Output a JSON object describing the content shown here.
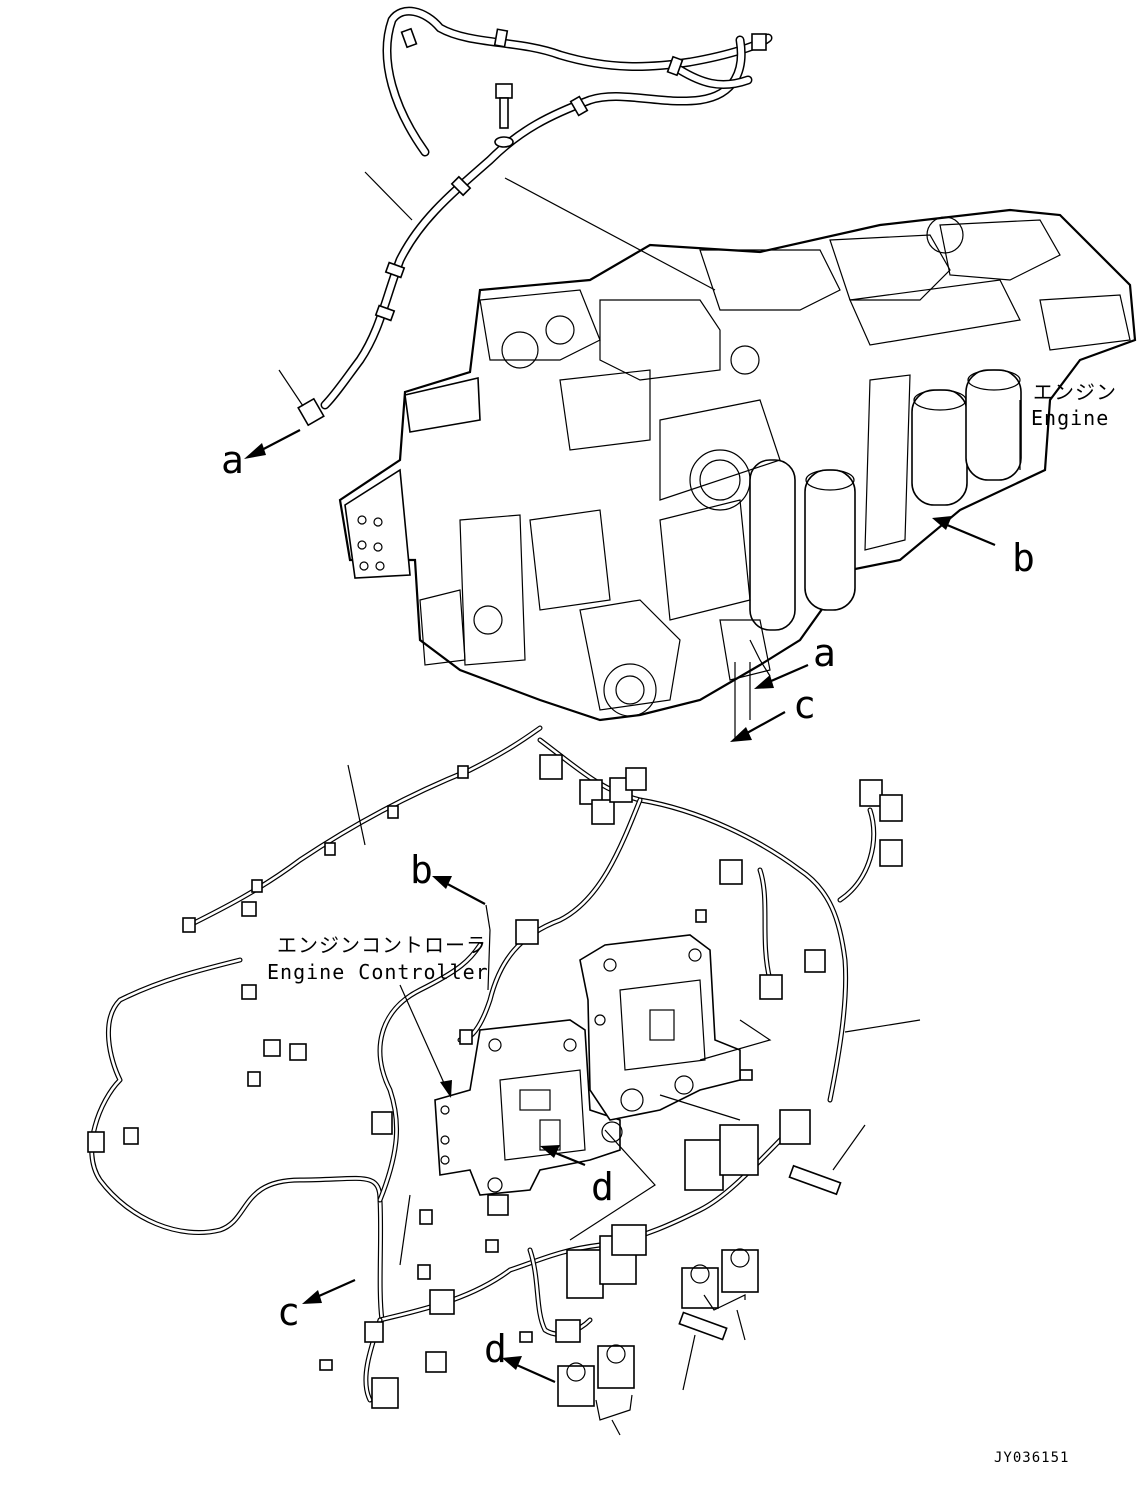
{
  "callouts": {
    "a_upper": "a",
    "a_lower": "a",
    "b_right": "b",
    "c_upper": "c",
    "b_lower": "b",
    "c_lower": "c",
    "d_center": "d",
    "d_lower": "d"
  },
  "engine_label": {
    "jp": "エンジン",
    "en": "Engine"
  },
  "controller_label": {
    "jp": "エンジンコントローラ",
    "en": "Engine Controller"
  },
  "drawing_id": "JY036151"
}
